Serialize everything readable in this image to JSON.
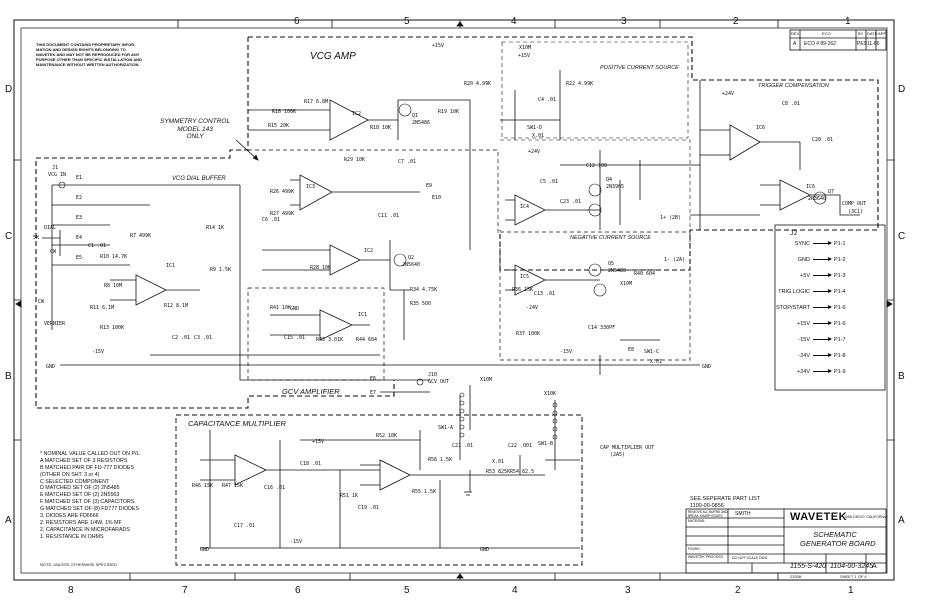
{
  "zones": {
    "top": [
      "6",
      "5",
      "4",
      "3",
      "2",
      "1"
    ],
    "bottom": [
      "8",
      "7",
      "6",
      "5",
      "4",
      "3",
      "2",
      "1"
    ],
    "left": [
      "D",
      "C",
      "B",
      "A"
    ],
    "right": [
      "D",
      "C",
      "B",
      "A"
    ]
  },
  "proprietary_notice": [
    "THIS DOCUMENT CONTAINS PROPRIETARY INFOR-",
    "MATION AND DESIGN RIGHTS BELONGING TO",
    "WAVETEK AND MAY NOT BE REPRODUCED FOR ANY",
    "PURPOSE OTHER THAN SPECIFIC INSTALLATION AND",
    "MAINTENANCE WITHOUT WRITTEN AUTHORIZATION."
  ],
  "sections": {
    "vcg_amp": "VCG AMP",
    "vcg_dial_buffer": "VCG DIAL BUFFER",
    "gcv_amplifier": "GCV AMPLIFIER",
    "capacitance_multiplier": "CAPACITANCE MULTIPLIER",
    "positive_current_source": "POSITIVE CURRENT SOURCE",
    "negative_current_source": "NEGATIVE CURRENT SOURCE",
    "trigger_compensation": "TRIGGER COMPENSATION",
    "symmetry_note": [
      "SYMMETRY CONTROL",
      "MODEL 143",
      "ONLY"
    ]
  },
  "labels": {
    "vcg_in": [
      "J1",
      "VCG IN"
    ],
    "dial": [
      "DIAL",
      "CW"
    ],
    "five_k": "5K",
    "vernier": "VERNIER",
    "cw": "CW",
    "gnd": "GND",
    "gcv_out": [
      "J10",
      "GCV OUT"
    ],
    "ic2": "IC2",
    "ic1": "IC1",
    "ic3": "IC3",
    "ic4": "IC4",
    "ic5": "IC5",
    "ic6": "IC6",
    "q1": [
      "Q1",
      "2N5486"
    ],
    "q2": [
      "Q2",
      "2N5640"
    ],
    "q4": [
      "Q4",
      "2N3905"
    ],
    "q5": [
      "Q5",
      "2N5486"
    ],
    "q7": [
      "Q7",
      "2N3640"
    ],
    "plus15": "+15V",
    "minus15": "-15V",
    "plus24": "+24V",
    "minus24": "-24V",
    "sw1d": "SW1-D",
    "sw1c": "SW1-C",
    "sw1b": "SW1-B",
    "sw1a": "SW1-A",
    "x10m": "X10M",
    "x01": "X.01",
    "x10k": "X10K",
    "e_labels": [
      "E1",
      "E2",
      "E3",
      "E4",
      "E5",
      "E6",
      "E7",
      "E8",
      "E9",
      "E10"
    ],
    "comp_out": "COMP OUT",
    "comp_out_ref": "(3C1)",
    "one_plus": "1+ (2B)",
    "one_minus": "1- (2A)",
    "cap_mult_out": [
      "CAP MULTIPLIER OUT",
      "(2A5)"
    ],
    "r_values": [
      "R16 100K",
      "R17 6.8M",
      "R15 20K",
      "R18 10K",
      "R19 10K",
      "R20 4.99K",
      "R22 4.99K",
      "R14 1K",
      "R9 1.5K",
      "R7 499K",
      "R8 10M",
      "R11 6.1M",
      "R12 8.1M",
      "R13 100K",
      "R10 14.7K",
      "R29 10K",
      "R27 499K",
      "R26 499K",
      "R28 10K",
      "R34 4.75K",
      "R35 500",
      "R41 10K",
      "R43 3.01K",
      "R44 604",
      "R36 15K",
      "R37 100K",
      "R40 604",
      "R46 15K",
      "R47 15K",
      "R51 1K",
      "R52 10K",
      "R55 1.5K",
      "R56 1.5K",
      "R53 825K",
      "R54 82.5"
    ],
    "c_values": [
      "C1 .01",
      "C2 .01",
      "C3 .01",
      "C4 .01",
      "C5 .01",
      "C6 .01",
      "C7 .01",
      "C8 .01",
      "C11 .01",
      "C12 100",
      "C13 .01",
      "C14 330PF",
      "C15 .01",
      "C16 .01",
      "C17 .01",
      "C18 .01",
      "C19 .01",
      "C20 .01",
      "C21 .01",
      "C22 .001",
      "C23 .01"
    ]
  },
  "connector": {
    "name": "J2",
    "pins": [
      {
        "name": "SYNC",
        "pin": "P1-1"
      },
      {
        "name": "GND",
        "pin": "P1-2"
      },
      {
        "name": "+5V",
        "pin": "P1-3"
      },
      {
        "name": "TRIG LOGIC",
        "pin": "P1-4"
      },
      {
        "name": "STOP/START",
        "pin": "P1-6"
      },
      {
        "name": "+15V",
        "pin": "P1-6"
      },
      {
        "name": "-15V",
        "pin": "P1-7"
      },
      {
        "name": "-24V",
        "pin": "P1-8"
      },
      {
        "name": "+24V",
        "pin": "P1-9"
      }
    ]
  },
  "notes": [
    "*  NOMINAL VALUE CALLED OUT ON P/L.",
    "A  MATCHED SET OF 3 RESISTORS",
    "B  MATCHED PAIR OF FD-777 DIODES",
    "     (OTHER ON SHT. 3 or 4)",
    "C  SELECTED COMPONENT",
    "D  MATCHED SET OF (2) 2N5485",
    "E  MATCHED SET OF (2) 2N5563",
    "F  MATCHED SET OF (3) CAPACITORS",
    "G  MATCHED SET OF (8) FD777 DIODES",
    "3. DIODES ARE FD6666",
    "2. RESISTORS ARE 1/4W, 1% MF",
    "2. CAPACITANCE IN MICROFARADS",
    "1. RESISTANCE IN OHMS"
  ],
  "notes_footer": "NOTE: UNLESS OTHERWISE SPECIFIED",
  "revision": {
    "headers": [
      "REV",
      "ECO",
      "BY",
      "DATE",
      "APP"
    ],
    "row": [
      "A",
      "ECO # 89-262",
      "PES",
      "11-86",
      ""
    ]
  },
  "parts_list": [
    "SEE SEPERATE PART LIST",
    "1100-00-0856"
  ],
  "title_block": {
    "company": "WAVETEK",
    "company_sub": "SAN DIEGO, CALIFORNIA",
    "title": [
      "SCHEMATIC",
      "GENERATOR BOARD"
    ],
    "drawn": "SMITH",
    "next_assy": "1155-S-420",
    "dwg_no": "1104-00-3245",
    "rev": "A",
    "scale": "DO NOT SCALE DWG",
    "code": "23338",
    "sheet": "SHEET 1 OF 4",
    "label_removal": "REMOVE ALL BURRS AND BREAK SHARP EDGES",
    "label_material": "MATERIAL",
    "label_finish": "FINISH",
    "label_wavetek": "WAVETEK PROCESS"
  }
}
